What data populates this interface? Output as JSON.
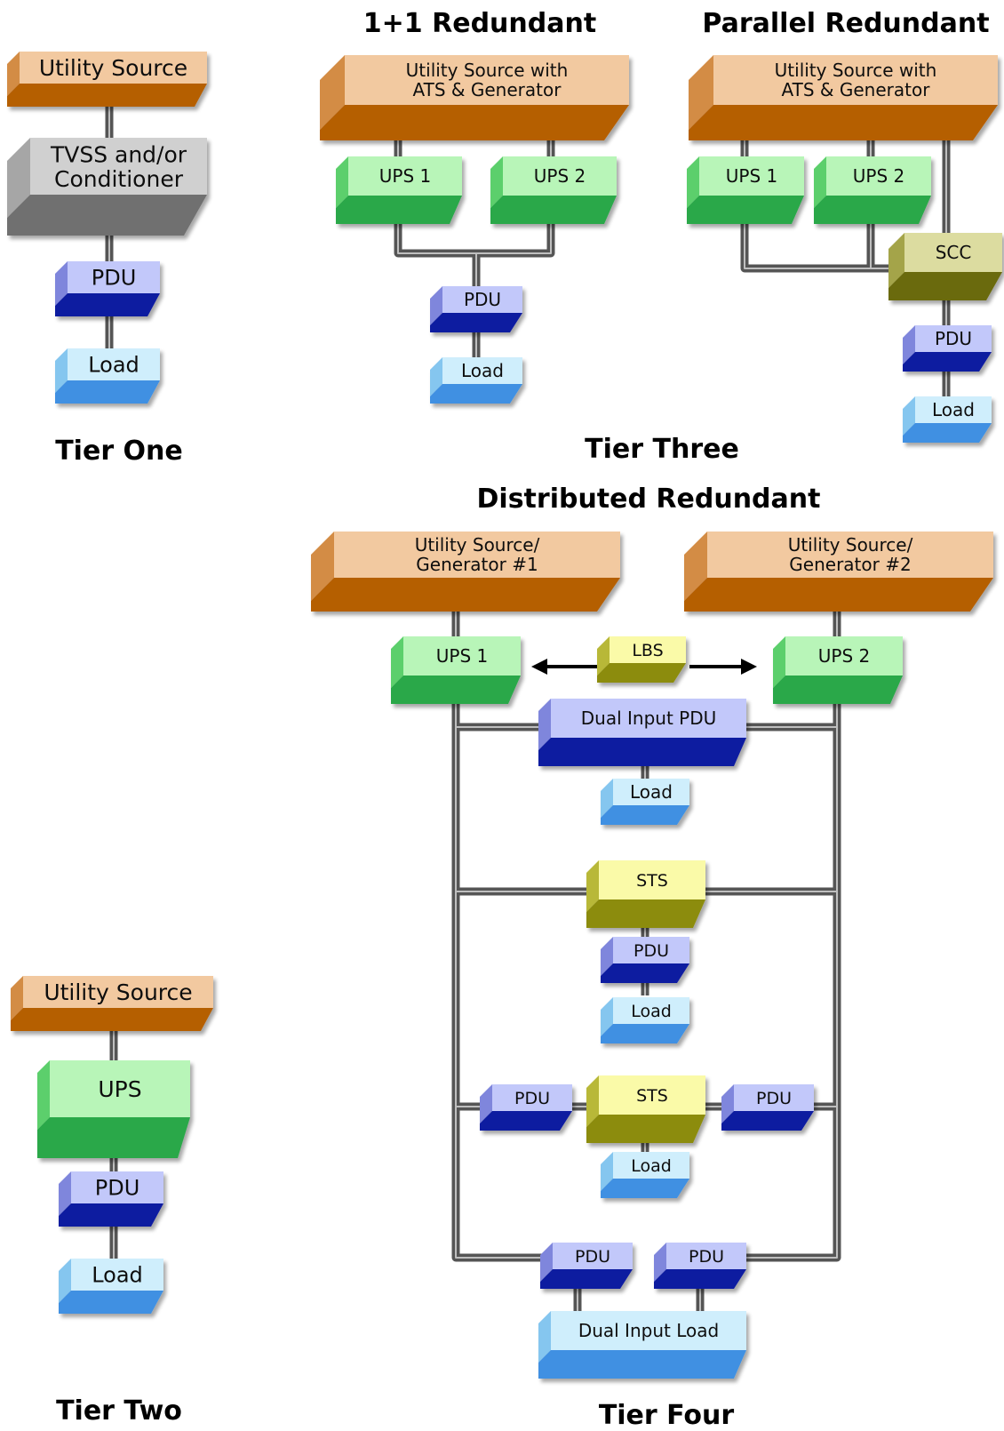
{
  "headings": {
    "one_plus_one": "1+1 Redundant",
    "parallel": "Parallel Redundant",
    "distributed": "Distributed Redundant",
    "tier_one": "Tier One",
    "tier_two": "Tier Two",
    "tier_three": "Tier Three",
    "tier_four": "Tier Four"
  },
  "tier_one": {
    "utility": "Utility Source",
    "tvss_1": "TVSS and/or",
    "tvss_2": "Conditioner",
    "pdu": "PDU",
    "load": "Load"
  },
  "tier_two": {
    "utility": "Utility Source",
    "ups": "UPS",
    "pdu": "PDU",
    "load": "Load"
  },
  "one_plus_one": {
    "utility_1": "Utility Source with",
    "utility_2": "ATS & Generator",
    "ups1": "UPS 1",
    "ups2": "UPS 2",
    "pdu": "PDU",
    "load": "Load"
  },
  "parallel": {
    "utility_1": "Utility Source with",
    "utility_2": "ATS & Generator",
    "ups1": "UPS 1",
    "ups2": "UPS 2",
    "scc": "SCC",
    "pdu": "PDU",
    "load": "Load"
  },
  "distributed": {
    "gen1_1": "Utility Source/",
    "gen1_2": "Generator #1",
    "gen2_1": "Utility Source/",
    "gen2_2": "Generator #2",
    "ups1": "UPS 1",
    "ups2": "UPS 2",
    "lbs": "LBS",
    "dual_pdu": "Dual Input PDU",
    "load_a": "Load",
    "sts_a": "STS",
    "pdu_a": "PDU",
    "load_b": "Load",
    "pdu_left": "PDU",
    "sts_b": "STS",
    "pdu_right": "PDU",
    "load_c": "Load",
    "pdu_bl": "PDU",
    "pdu_br": "PDU",
    "dual_load": "Dual Input Load"
  },
  "colors": {
    "utility_top": "#f2c9a0",
    "utility_front": "#b55e00",
    "utility_side": "#d38c45",
    "ups_top": "#b8f5b8",
    "ups_front": "#2aa84a",
    "ups_side": "#5ccf6c",
    "pdu_top": "#c2c8fa",
    "pdu_front": "#0f1aa0",
    "pdu_side": "#7f86dc",
    "load_top": "#cfeefc",
    "load_front": "#3f90e2",
    "load_side": "#85c6ef",
    "tvss_top": "#d0d0d0",
    "tvss_front": "#707070",
    "tvss_side": "#a6a6a6",
    "sts_top": "#fafaa8",
    "sts_front": "#8c8c08",
    "sts_side": "#b8b838",
    "scc_top": "#dcdca0",
    "scc_front": "#6a6a08",
    "scc_side": "#a4a44a",
    "wire": "#555555",
    "wire_hi": "#bfbfbf"
  }
}
